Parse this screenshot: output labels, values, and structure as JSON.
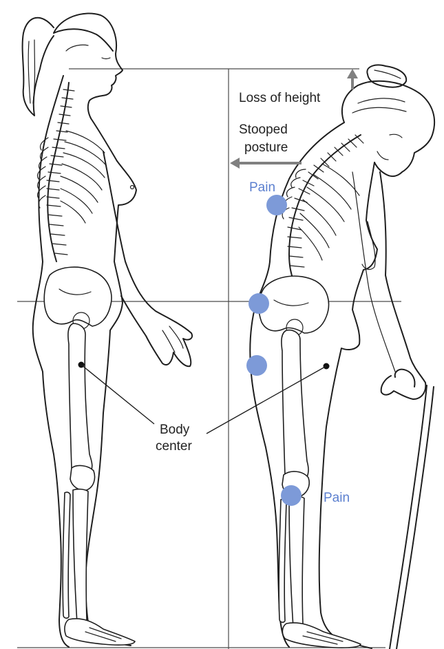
{
  "labels": {
    "loss_of_height": "Loss of height",
    "stooped_line1": "Stooped",
    "stooped_line2": "posture",
    "pain": "Pain",
    "body_center_line1": "Body",
    "body_center_line2": "center"
  },
  "colors": {
    "pain_marker": "#7d9ad8",
    "pain_text": "#5b7fcf",
    "arrow": "#808080",
    "line_art": "#1e1e1e",
    "guide_line": "#4a4a4a",
    "background": "#ffffff"
  },
  "figures": [
    "upright-woman-figure",
    "stooped-elderly-woman-figure"
  ]
}
